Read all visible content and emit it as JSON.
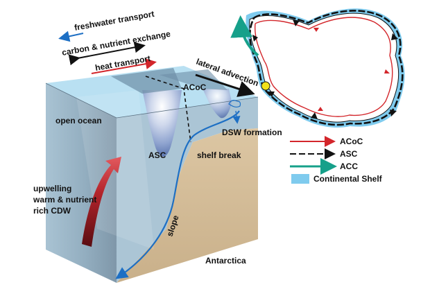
{
  "arrows_key": {
    "freshwater": "freshwater transport",
    "carbon": "carbon & nutrient exchange",
    "heat": "heat transport"
  },
  "labels": {
    "lateral_advection": "lateral advection",
    "acoc": "ACoC",
    "open_ocean": "open ocean",
    "dsw_formation": "DSW formation",
    "asc": "ASC",
    "shelf_break": "shelf break",
    "upwelling_1": "upwelling",
    "upwelling_2": "warm & nutrient",
    "upwelling_3": "rich CDW",
    "slope": "slope",
    "antarctica": "Antarctica"
  },
  "legend": {
    "acoc": "ACoC",
    "asc": "ASC",
    "acc": "ACC",
    "shelf": "Continental Shelf"
  },
  "colors": {
    "freshwater": "#1d6fc4",
    "carbon": "#111111",
    "heat": "#d3262b",
    "acoc": "#d3262b",
    "acc": "#16a08a",
    "shelf": "#7fcbee",
    "land": "#e3d0b0",
    "ocean_top": "#b9e0f2"
  }
}
